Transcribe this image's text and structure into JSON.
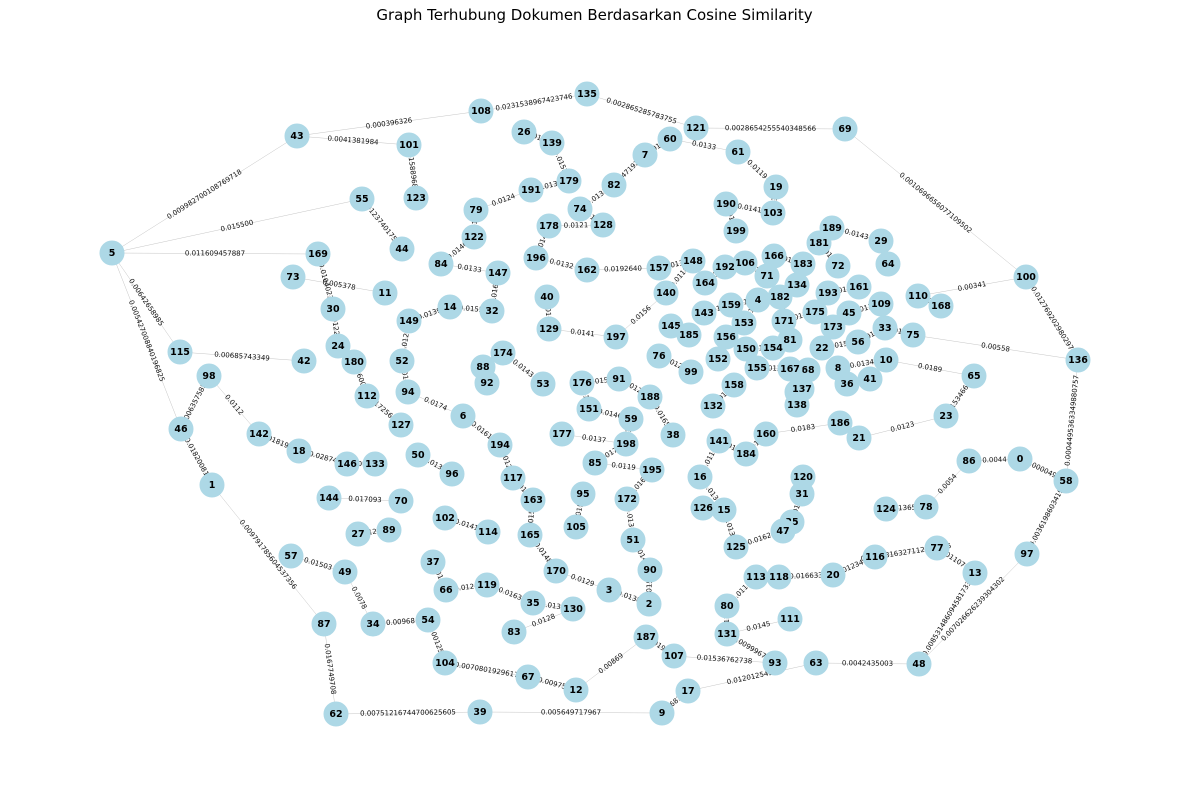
{
  "title": "Graph Terhubung Dokumen Berdasarkan Cosine Similarity",
  "colors": {
    "node": "#add8e6",
    "edge": "#8a8a8a",
    "text": "#000000",
    "background": "#ffffff"
  },
  "nodes": [
    "0",
    "1",
    "2",
    "3",
    "4",
    "5",
    "6",
    "7",
    "8",
    "9",
    "10",
    "11",
    "12",
    "13",
    "14",
    "15",
    "16",
    "17",
    "18",
    "19",
    "20",
    "21",
    "22",
    "23",
    "24",
    "25",
    "26",
    "27",
    "28",
    "29",
    "30",
    "31",
    "32",
    "33",
    "34",
    "35",
    "36",
    "37",
    "38",
    "39",
    "40",
    "41",
    "42",
    "43",
    "44",
    "45",
    "46",
    "47",
    "48",
    "49",
    "50",
    "51",
    "52",
    "53",
    "54",
    "55",
    "56",
    "57",
    "58",
    "59",
    "60",
    "61",
    "62",
    "63",
    "64",
    "65",
    "66",
    "67",
    "68",
    "69",
    "70",
    "71",
    "72",
    "73",
    "74",
    "75",
    "76",
    "77",
    "78",
    "79",
    "80",
    "81",
    "82",
    "83",
    "84",
    "85",
    "86",
    "87",
    "88",
    "89",
    "90",
    "91",
    "92",
    "93",
    "94",
    "95",
    "96",
    "97",
    "98",
    "99",
    "100",
    "101",
    "102",
    "103",
    "104",
    "105",
    "106",
    "107",
    "108",
    "109",
    "110",
    "111",
    "112",
    "113",
    "114",
    "115",
    "116",
    "117",
    "118",
    "119",
    "120",
    "121",
    "122",
    "123",
    "124",
    "125",
    "126",
    "127",
    "128",
    "129",
    "130",
    "131",
    "132",
    "133",
    "134",
    "135",
    "136",
    "137",
    "138",
    "139",
    "140",
    "141",
    "142",
    "143",
    "144",
    "145",
    "146",
    "147",
    "148",
    "149",
    "150",
    "151",
    "152",
    "153",
    "154",
    "155",
    "156",
    "157",
    "158",
    "159",
    "160",
    "161",
    "162",
    "163",
    "164",
    "165",
    "166",
    "167",
    "168",
    "169",
    "170",
    "171",
    "172",
    "173",
    "174",
    "175",
    "176",
    "177",
    "178",
    "179",
    "180",
    "181",
    "182",
    "183",
    "184",
    "185",
    "186",
    "187",
    "188",
    "189",
    "190",
    "191",
    "192",
    "193",
    "194",
    "195",
    "196",
    "197",
    "198",
    "199"
  ],
  "edges": [
    {
      "source": "5",
      "target": "43",
      "weight": "0.009982700108769718"
    },
    {
      "source": "5",
      "target": "55",
      "weight": "0.015500"
    },
    {
      "source": "5",
      "target": "169",
      "weight": "0.011609457887"
    },
    {
      "source": "5",
      "target": "115",
      "weight": "0.00642658985"
    },
    {
      "source": "5",
      "target": "46",
      "weight": "0.005427008840196825"
    },
    {
      "source": "43",
      "target": "108",
      "weight": "0.000396326"
    },
    {
      "source": "108",
      "target": "135",
      "weight": "0.0231538967423746"
    },
    {
      "source": "135",
      "target": "121",
      "weight": "0.002865285783755"
    },
    {
      "source": "121",
      "target": "69",
      "weight": "0.0028654255540348566"
    },
    {
      "source": "69",
      "target": "100",
      "weight": "0.0010696656077109502"
    },
    {
      "source": "100",
      "target": "136",
      "weight": "0.012769202980297"
    },
    {
      "source": "136",
      "target": "58",
      "weight": "0.0004495363349880757"
    },
    {
      "source": "58",
      "target": "97",
      "weight": "0.0036198603419"
    },
    {
      "source": "97",
      "target": "48",
      "weight": "0.007026626239304302"
    },
    {
      "source": "48",
      "target": "63",
      "weight": "0.0042435003"
    },
    {
      "source": "63",
      "target": "17",
      "weight": "0.0120125438"
    },
    {
      "source": "17",
      "target": "9",
      "weight": "0.0236810881"
    },
    {
      "source": "9",
      "target": "39",
      "weight": "0.005649717967"
    },
    {
      "source": "39",
      "target": "62",
      "weight": "0.00751216744700625605"
    },
    {
      "source": "62",
      "target": "87",
      "weight": "0.0167749708"
    },
    {
      "source": "87",
      "target": "1",
      "weight": "0.009791785604537356"
    },
    {
      "source": "1",
      "target": "46",
      "weight": "0.01820081"
    },
    {
      "source": "46",
      "target": "98",
      "weight": "0.0063575853"
    },
    {
      "source": "115",
      "target": "42",
      "weight": "0.00685743349"
    },
    {
      "source": "43",
      "target": "101",
      "weight": "0.0041381984"
    },
    {
      "source": "101",
      "target": "123",
      "weight": "0.0158896800"
    },
    {
      "source": "55",
      "target": "44",
      "weight": "0.012374017538"
    },
    {
      "source": "169",
      "target": "30",
      "weight": "0.0104023"
    },
    {
      "source": "73",
      "target": "11",
      "weight": "0.005378"
    },
    {
      "source": "30",
      "target": "24",
      "weight": "0.012261"
    },
    {
      "source": "180",
      "target": "112",
      "weight": "0.0136004228"
    },
    {
      "source": "112",
      "target": "127",
      "weight": "0.017256113"
    },
    {
      "source": "142",
      "target": "18",
      "weight": "0.0181980"
    },
    {
      "source": "18",
      "target": "146",
      "weight": "0.02874"
    },
    {
      "source": "146",
      "target": "133",
      "weight": "0.00971"
    },
    {
      "source": "144",
      "target": "70",
      "weight": "0.017093"
    },
    {
      "source": "27",
      "target": "89",
      "weight": "0.012488"
    },
    {
      "source": "57",
      "target": "49",
      "weight": "0.01503"
    },
    {
      "source": "49",
      "target": "34",
      "weight": "0.0078"
    },
    {
      "source": "34",
      "target": "54",
      "weight": "0.00968"
    },
    {
      "source": "54",
      "target": "104",
      "weight": "0.001257"
    },
    {
      "source": "104",
      "target": "67",
      "weight": "0.0070801929617"
    },
    {
      "source": "67",
      "target": "12",
      "weight": "0.00975"
    },
    {
      "source": "12",
      "target": "187",
      "weight": "0.00869"
    },
    {
      "source": "187",
      "target": "107",
      "weight": "0.01972"
    },
    {
      "source": "107",
      "target": "93",
      "weight": "0.01536762738"
    },
    {
      "source": "93",
      "target": "131",
      "weight": "0.00999676"
    },
    {
      "source": "131",
      "target": "80",
      "weight": "0.01227"
    },
    {
      "source": "80",
      "target": "113",
      "weight": "0.0113"
    },
    {
      "source": "113",
      "target": "118",
      "weight": "0.0139"
    },
    {
      "source": "118",
      "target": "20",
      "weight": "0.016633"
    },
    {
      "source": "20",
      "target": "116",
      "weight": "0.0123487"
    },
    {
      "source": "116",
      "target": "77",
      "weight": "0.0165816327112880916"
    },
    {
      "source": "77",
      "target": "13",
      "weight": "0.0110796"
    },
    {
      "source": "13",
      "target": "48",
      "weight": "0.008531486094581733"
    },
    {
      "source": "124",
      "target": "78",
      "weight": "0.0136558"
    },
    {
      "source": "78",
      "target": "86",
      "weight": "0.0054"
    },
    {
      "source": "86",
      "target": "0",
      "weight": "0.0044"
    },
    {
      "source": "23",
      "target": "21",
      "weight": "0.0123"
    },
    {
      "source": "21",
      "target": "186",
      "weight": "0.0056"
    },
    {
      "source": "186",
      "target": "160",
      "weight": "0.0183"
    },
    {
      "source": "160",
      "target": "184",
      "weight": "0.0113"
    },
    {
      "source": "184",
      "target": "141",
      "weight": "0.0158"
    },
    {
      "source": "141",
      "target": "16",
      "weight": "0.0114"
    },
    {
      "source": "16",
      "target": "15",
      "weight": "0.0132"
    },
    {
      "source": "15",
      "target": "125",
      "weight": "0.0136"
    },
    {
      "source": "125",
      "target": "47",
      "weight": "0.0162"
    },
    {
      "source": "47",
      "target": "25",
      "weight": "0.0141"
    },
    {
      "source": "25",
      "target": "31",
      "weight": "0.0188"
    },
    {
      "source": "31",
      "target": "120",
      "weight": "0.0152"
    },
    {
      "source": "65",
      "target": "23",
      "weight": "0.0153466446"
    },
    {
      "source": "36",
      "target": "41",
      "weight": "0.0126"
    },
    {
      "source": "8",
      "target": "10",
      "weight": "0.0134"
    },
    {
      "source": "10",
      "target": "65",
      "weight": "0.0189"
    },
    {
      "source": "22",
      "target": "56",
      "weight": "0.0156"
    },
    {
      "source": "56",
      "target": "33",
      "weight": "0.0129"
    },
    {
      "source": "33",
      "target": "75",
      "weight": "0.0124"
    },
    {
      "source": "75",
      "target": "136",
      "weight": "0.00558"
    },
    {
      "source": "110",
      "target": "168",
      "weight": "0.0174"
    },
    {
      "source": "109",
      "target": "45",
      "weight": "0.0132"
    },
    {
      "source": "45",
      "target": "173",
      "weight": "0.0147"
    },
    {
      "source": "161",
      "target": "193",
      "weight": "0.0119"
    },
    {
      "source": "64",
      "target": "29",
      "weight": "0.0122"
    },
    {
      "source": "29",
      "target": "189",
      "weight": "0.0143"
    },
    {
      "source": "189",
      "target": "181",
      "weight": "0.0136"
    },
    {
      "source": "181",
      "target": "72",
      "weight": "0.0111"
    },
    {
      "source": "183",
      "target": "134",
      "weight": "0.0174"
    },
    {
      "source": "182",
      "target": "171",
      "weight": "0.0126"
    },
    {
      "source": "171",
      "target": "81",
      "weight": "0.0138"
    },
    {
      "source": "81",
      "target": "154",
      "weight": "0.0197"
    },
    {
      "source": "154",
      "target": "150",
      "weight": "0.0153"
    },
    {
      "source": "150",
      "target": "156",
      "weight": "0.0169"
    },
    {
      "source": "156",
      "target": "152",
      "weight": "0.0128"
    },
    {
      "source": "167",
      "target": "68",
      "weight": "0.0134"
    },
    {
      "source": "68",
      "target": "28",
      "weight": "0.0139"
    },
    {
      "source": "28",
      "target": "137",
      "weight": "0.0151"
    },
    {
      "source": "137",
      "target": "138",
      "weight": "0.0166"
    },
    {
      "source": "132",
      "target": "158",
      "weight": "0.0143"
    },
    {
      "source": "99",
      "target": "76",
      "weight": "0.0122"
    },
    {
      "source": "185",
      "target": "145",
      "weight": "0.0179"
    },
    {
      "source": "143",
      "target": "159",
      "weight": "0.0163"
    },
    {
      "source": "159",
      "target": "4",
      "weight": "0.0138"
    },
    {
      "source": "4",
      "target": "153",
      "weight": "0.0127"
    },
    {
      "source": "164",
      "target": "192",
      "weight": "0.0142"
    },
    {
      "source": "192",
      "target": "106",
      "weight": "0.0149"
    },
    {
      "source": "106",
      "target": "71",
      "weight": "0.0131"
    },
    {
      "source": "166",
      "target": "183",
      "weight": "0.0122"
    },
    {
      "source": "199",
      "target": "190",
      "weight": "0.0162"
    },
    {
      "source": "190",
      "target": "103",
      "weight": "0.0141"
    },
    {
      "source": "103",
      "target": "19",
      "weight": "0.0128"
    },
    {
      "source": "19",
      "target": "61",
      "weight": "0.0119"
    },
    {
      "source": "61",
      "target": "60",
      "weight": "0.0133"
    },
    {
      "source": "60",
      "target": "7",
      "weight": "0.0127"
    },
    {
      "source": "7",
      "target": "82",
      "weight": "0.0147192278"
    },
    {
      "source": "82",
      "target": "74",
      "weight": "0.0135"
    },
    {
      "source": "74",
      "target": "128",
      "weight": "0.0162"
    },
    {
      "source": "128",
      "target": "178",
      "weight": "0.0121"
    },
    {
      "source": "178",
      "target": "196",
      "weight": "0.0148"
    },
    {
      "source": "196",
      "target": "162",
      "weight": "0.0132"
    },
    {
      "source": "162",
      "target": "157",
      "weight": "0.0192640"
    },
    {
      "source": "157",
      "target": "148",
      "weight": "0.0136"
    },
    {
      "source": "148",
      "target": "140",
      "weight": "0.0118"
    },
    {
      "source": "140",
      "target": "197",
      "weight": "0.0156"
    },
    {
      "source": "197",
      "target": "129",
      "weight": "0.0141"
    },
    {
      "source": "129",
      "target": "40",
      "weight": "0.0129"
    },
    {
      "source": "26",
      "target": "139",
      "weight": "0.0165"
    },
    {
      "source": "139",
      "target": "179",
      "weight": "0.0152"
    },
    {
      "source": "179",
      "target": "191",
      "weight": "0.0137"
    },
    {
      "source": "191",
      "target": "79",
      "weight": "0.0124"
    },
    {
      "source": "79",
      "target": "122",
      "weight": "0.0178"
    },
    {
      "source": "122",
      "target": "84",
      "weight": "0.0146"
    },
    {
      "source": "84",
      "target": "147",
      "weight": "0.0133"
    },
    {
      "source": "147",
      "target": "32",
      "weight": "0.0168"
    },
    {
      "source": "32",
      "target": "14",
      "weight": "0.0155"
    },
    {
      "source": "14",
      "target": "149",
      "weight": "0.0139"
    },
    {
      "source": "149",
      "target": "52",
      "weight": "0.0127"
    },
    {
      "source": "52",
      "target": "94",
      "weight": "0.0143"
    },
    {
      "source": "94",
      "target": "6",
      "weight": "0.0174"
    },
    {
      "source": "6",
      "target": "194",
      "weight": "0.0161"
    },
    {
      "source": "194",
      "target": "117",
      "weight": "0.0122"
    },
    {
      "source": "117",
      "target": "163",
      "weight": "0.0136"
    },
    {
      "source": "163",
      "target": "165",
      "weight": "0.0155"
    },
    {
      "source": "165",
      "target": "170",
      "weight": "0.0148"
    },
    {
      "source": "170",
      "target": "3",
      "weight": "0.0129"
    },
    {
      "source": "3",
      "target": "2",
      "weight": "0.0138"
    },
    {
      "source": "2",
      "target": "90",
      "weight": "0.0157"
    },
    {
      "source": "90",
      "target": "51",
      "weight": "0.0144"
    },
    {
      "source": "51",
      "target": "172",
      "weight": "0.0131"
    },
    {
      "source": "172",
      "target": "195",
      "weight": "0.0162"
    },
    {
      "source": "195",
      "target": "85",
      "weight": "0.0119"
    },
    {
      "source": "85",
      "target": "198",
      "weight": "0.0174"
    },
    {
      "source": "198",
      "target": "59",
      "weight": "0.0127"
    },
    {
      "source": "59",
      "target": "151",
      "weight": "0.0146"
    },
    {
      "source": "151",
      "target": "176",
      "weight": "0.0133"
    },
    {
      "source": "176",
      "target": "91",
      "weight": "0.0152"
    },
    {
      "source": "91",
      "target": "188",
      "weight": "0.0128"
    },
    {
      "source": "188",
      "target": "38",
      "weight": "0.0165"
    },
    {
      "source": "177",
      "target": "198",
      "weight": "0.0137"
    },
    {
      "source": "53",
      "target": "174",
      "weight": "0.0143"
    },
    {
      "source": "174",
      "target": "88",
      "weight": "0.0124"
    },
    {
      "source": "88",
      "target": "92",
      "weight": "0.0158"
    },
    {
      "source": "96",
      "target": "50",
      "weight": "0.0132"
    },
    {
      "source": "102",
      "target": "114",
      "weight": "0.0141"
    },
    {
      "source": "37",
      "target": "66",
      "weight": "0.0149"
    },
    {
      "source": "66",
      "target": "119",
      "weight": "0.0126"
    },
    {
      "source": "119",
      "target": "35",
      "weight": "0.0163"
    },
    {
      "source": "35",
      "target": "130",
      "weight": "0.0137"
    },
    {
      "source": "130",
      "target": "83",
      "weight": "0.0128"
    },
    {
      "source": "95",
      "target": "105",
      "weight": "0.0151"
    },
    {
      "source": "126",
      "target": "15",
      "weight": "0.0139"
    },
    {
      "source": "111",
      "target": "131",
      "weight": "0.0145"
    },
    {
      "source": "155",
      "target": "167",
      "weight": "0.0134"
    },
    {
      "source": "175",
      "target": "171",
      "weight": "0.0127"
    },
    {
      "source": "0",
      "target": "58",
      "weight": "0.0000495"
    },
    {
      "source": "98",
      "target": "142",
      "weight": "0.0112"
    },
    {
      "source": "100",
      "target": "110",
      "weight": "0.00341"
    }
  ]
}
